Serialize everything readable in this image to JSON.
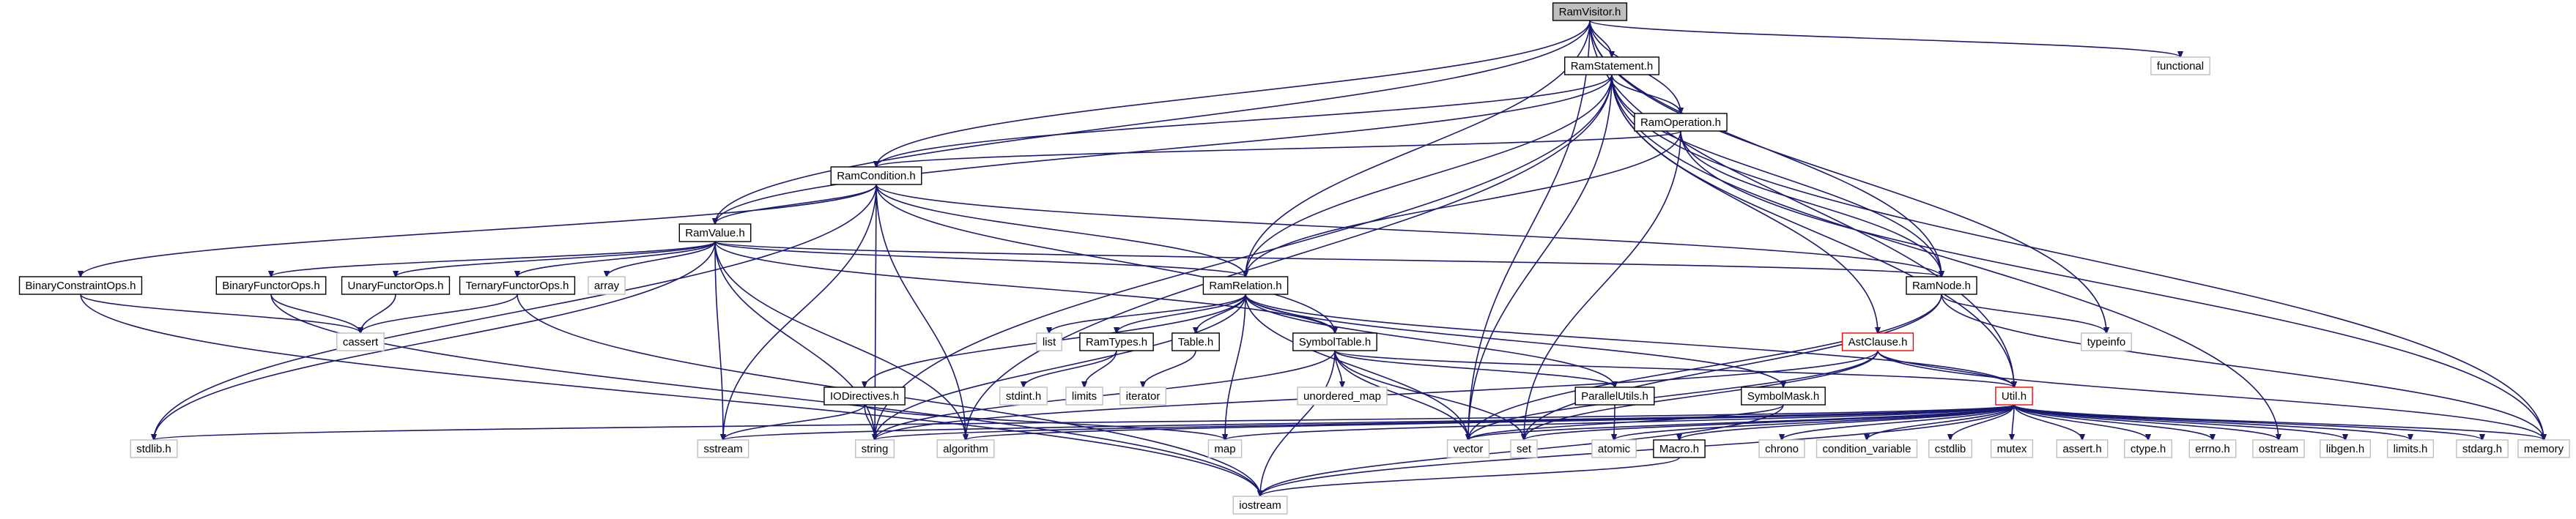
{
  "diagram": {
    "colors": {
      "edge": "#191970",
      "root_fill": "#bfbfbf",
      "node_fill": "#ffffff",
      "node_border": "#000000",
      "ext_border": "#bfbfbf",
      "partial_border": "#ff0000"
    },
    "nodes": [
      {
        "id": "RamVisitor.h",
        "label": "RamVisitor.h",
        "kind": "root"
      },
      {
        "id": "RamStatement.h",
        "label": "RamStatement.h",
        "kind": "local"
      },
      {
        "id": "RamOperation.h",
        "label": "RamOperation.h",
        "kind": "local"
      },
      {
        "id": "RamCondition.h",
        "label": "RamCondition.h",
        "kind": "local"
      },
      {
        "id": "RamValue.h",
        "label": "RamValue.h",
        "kind": "local"
      },
      {
        "id": "RamNode.h",
        "label": "RamNode.h",
        "kind": "local"
      },
      {
        "id": "RamRelation.h",
        "label": "RamRelation.h",
        "kind": "local"
      },
      {
        "id": "BinaryConstraintOps.h",
        "label": "BinaryConstraintOps.h",
        "kind": "local"
      },
      {
        "id": "BinaryFunctorOps.h",
        "label": "BinaryFunctorOps.h",
        "kind": "local"
      },
      {
        "id": "UnaryFunctorOps.h",
        "label": "UnaryFunctorOps.h",
        "kind": "local"
      },
      {
        "id": "TernaryFunctorOps.h",
        "label": "TernaryFunctorOps.h",
        "kind": "local"
      },
      {
        "id": "RamTypes.h",
        "label": "RamTypes.h",
        "kind": "local"
      },
      {
        "id": "Table.h",
        "label": "Table.h",
        "kind": "local"
      },
      {
        "id": "SymbolTable.h",
        "label": "SymbolTable.h",
        "kind": "local"
      },
      {
        "id": "IODirectives.h",
        "label": "IODirectives.h",
        "kind": "local"
      },
      {
        "id": "ParallelUtils.h",
        "label": "ParallelUtils.h",
        "kind": "local"
      },
      {
        "id": "SymbolMask.h",
        "label": "SymbolMask.h",
        "kind": "local"
      },
      {
        "id": "AstClause.h",
        "label": "AstClause.h",
        "kind": "partial"
      },
      {
        "id": "Util.h",
        "label": "Util.h",
        "kind": "partial"
      },
      {
        "id": "Macro.h",
        "label": "Macro.h",
        "kind": "local"
      },
      {
        "id": "functional",
        "label": "functional",
        "kind": "ext"
      },
      {
        "id": "typeinfo",
        "label": "typeinfo",
        "kind": "ext"
      },
      {
        "id": "array",
        "label": "array",
        "kind": "ext"
      },
      {
        "id": "list",
        "label": "list",
        "kind": "ext"
      },
      {
        "id": "cassert",
        "label": "cassert",
        "kind": "ext"
      },
      {
        "id": "stdint.h",
        "label": "stdint.h",
        "kind": "ext"
      },
      {
        "id": "limits",
        "label": "limits",
        "kind": "ext"
      },
      {
        "id": "iterator",
        "label": "iterator",
        "kind": "ext"
      },
      {
        "id": "unordered_map",
        "label": "unordered_map",
        "kind": "ext"
      },
      {
        "id": "stdlib.h",
        "label": "stdlib.h",
        "kind": "ext"
      },
      {
        "id": "sstream",
        "label": "sstream",
        "kind": "ext"
      },
      {
        "id": "string",
        "label": "string",
        "kind": "ext"
      },
      {
        "id": "algorithm",
        "label": "algorithm",
        "kind": "ext"
      },
      {
        "id": "map",
        "label": "map",
        "kind": "ext"
      },
      {
        "id": "vector",
        "label": "vector",
        "kind": "ext"
      },
      {
        "id": "set",
        "label": "set",
        "kind": "ext"
      },
      {
        "id": "atomic",
        "label": "atomic",
        "kind": "ext"
      },
      {
        "id": "chrono",
        "label": "chrono",
        "kind": "ext"
      },
      {
        "id": "condition_variable",
        "label": "condition_variable",
        "kind": "ext"
      },
      {
        "id": "cstdlib",
        "label": "cstdlib",
        "kind": "ext"
      },
      {
        "id": "mutex",
        "label": "mutex",
        "kind": "ext"
      },
      {
        "id": "assert.h",
        "label": "assert.h",
        "kind": "ext"
      },
      {
        "id": "ctype.h",
        "label": "ctype.h",
        "kind": "ext"
      },
      {
        "id": "errno.h",
        "label": "errno.h",
        "kind": "ext"
      },
      {
        "id": "ostream",
        "label": "ostream",
        "kind": "ext"
      },
      {
        "id": "libgen.h",
        "label": "libgen.h",
        "kind": "ext"
      },
      {
        "id": "limits.h",
        "label": "limits.h",
        "kind": "ext"
      },
      {
        "id": "stdarg.h",
        "label": "stdarg.h",
        "kind": "ext"
      },
      {
        "id": "memory",
        "label": "memory",
        "kind": "ext"
      },
      {
        "id": "iostream",
        "label": "iostream",
        "kind": "ext"
      }
    ],
    "edges": [
      [
        "RamVisitor.h",
        "RamStatement.h"
      ],
      [
        "RamVisitor.h",
        "RamOperation.h"
      ],
      [
        "RamVisitor.h",
        "RamCondition.h"
      ],
      [
        "RamVisitor.h",
        "RamValue.h"
      ],
      [
        "RamVisitor.h",
        "RamNode.h"
      ],
      [
        "RamVisitor.h",
        "RamRelation.h"
      ],
      [
        "RamVisitor.h",
        "Util.h"
      ],
      [
        "RamVisitor.h",
        "functional"
      ],
      [
        "RamVisitor.h",
        "typeinfo"
      ],
      [
        "RamVisitor.h",
        "vector"
      ],
      [
        "RamStatement.h",
        "RamOperation.h"
      ],
      [
        "RamStatement.h",
        "RamCondition.h"
      ],
      [
        "RamStatement.h",
        "RamValue.h"
      ],
      [
        "RamStatement.h",
        "RamNode.h"
      ],
      [
        "RamStatement.h",
        "RamRelation.h"
      ],
      [
        "RamStatement.h",
        "AstClause.h"
      ],
      [
        "RamStatement.h",
        "Util.h"
      ],
      [
        "RamStatement.h",
        "string"
      ],
      [
        "RamStatement.h",
        "algorithm"
      ],
      [
        "RamStatement.h",
        "vector"
      ],
      [
        "RamStatement.h",
        "memory"
      ],
      [
        "RamStatement.h",
        "ostream"
      ],
      [
        "RamOperation.h",
        "RamCondition.h"
      ],
      [
        "RamOperation.h",
        "RamNode.h"
      ],
      [
        "RamOperation.h",
        "RamRelation.h"
      ],
      [
        "RamOperation.h",
        "set"
      ],
      [
        "RamOperation.h",
        "memory"
      ],
      [
        "RamCondition.h",
        "RamValue.h"
      ],
      [
        "RamCondition.h",
        "RamNode.h"
      ],
      [
        "RamCondition.h",
        "RamRelation.h"
      ],
      [
        "RamCondition.h",
        "SymbolTable.h"
      ],
      [
        "RamCondition.h",
        "BinaryConstraintOps.h"
      ],
      [
        "RamCondition.h",
        "string"
      ],
      [
        "RamCondition.h",
        "algorithm"
      ],
      [
        "RamCondition.h",
        "sstream"
      ],
      [
        "RamCondition.h",
        "stdlib.h"
      ],
      [
        "RamValue.h",
        "RamNode.h"
      ],
      [
        "RamValue.h",
        "RamRelation.h"
      ],
      [
        "RamValue.h",
        "SymbolTable.h"
      ],
      [
        "RamValue.h",
        "BinaryFunctorOps.h"
      ],
      [
        "RamValue.h",
        "UnaryFunctorOps.h"
      ],
      [
        "RamValue.h",
        "TernaryFunctorOps.h"
      ],
      [
        "RamValue.h",
        "array"
      ],
      [
        "RamValue.h",
        "string"
      ],
      [
        "RamValue.h",
        "sstream"
      ],
      [
        "RamValue.h",
        "algorithm"
      ],
      [
        "RamValue.h",
        "stdlib.h"
      ],
      [
        "RamNode.h",
        "typeinfo"
      ],
      [
        "RamNode.h",
        "vector"
      ],
      [
        "RamNode.h",
        "set"
      ],
      [
        "RamNode.h",
        "memory"
      ],
      [
        "RamRelation.h",
        "list"
      ],
      [
        "RamRelation.h",
        "RamTypes.h"
      ],
      [
        "RamRelation.h",
        "Table.h"
      ],
      [
        "RamRelation.h",
        "SymbolTable.h"
      ],
      [
        "RamRelation.h",
        "SymbolMask.h"
      ],
      [
        "RamRelation.h",
        "ParallelUtils.h"
      ],
      [
        "RamRelation.h",
        "IODirectives.h"
      ],
      [
        "RamRelation.h",
        "Util.h"
      ],
      [
        "RamRelation.h",
        "string"
      ],
      [
        "RamRelation.h",
        "map"
      ],
      [
        "RamRelation.h",
        "vector"
      ],
      [
        "BinaryConstraintOps.h",
        "cassert"
      ],
      [
        "BinaryConstraintOps.h",
        "iostream"
      ],
      [
        "BinaryFunctorOps.h",
        "cassert"
      ],
      [
        "BinaryFunctorOps.h",
        "iostream"
      ],
      [
        "UnaryFunctorOps.h",
        "cassert"
      ],
      [
        "TernaryFunctorOps.h",
        "cassert"
      ],
      [
        "TernaryFunctorOps.h",
        "iostream"
      ],
      [
        "RamTypes.h",
        "stdint.h"
      ],
      [
        "RamTypes.h",
        "limits"
      ],
      [
        "Table.h",
        "iterator"
      ],
      [
        "SymbolTable.h",
        "ParallelUtils.h"
      ],
      [
        "SymbolTable.h",
        "Util.h"
      ],
      [
        "SymbolTable.h",
        "unordered_map"
      ],
      [
        "SymbolTable.h",
        "iostream"
      ],
      [
        "SymbolTable.h",
        "string"
      ],
      [
        "SymbolTable.h",
        "vector"
      ],
      [
        "SymbolTable.h",
        "set"
      ],
      [
        "IODirectives.h",
        "map"
      ],
      [
        "IODirectives.h",
        "sstream"
      ],
      [
        "IODirectives.h",
        "string"
      ],
      [
        "ParallelUtils.h",
        "atomic"
      ],
      [
        "SymbolMask.h",
        "vector"
      ],
      [
        "SymbolMask.h",
        "iostream"
      ],
      [
        "AstClause.h",
        "Util.h"
      ],
      [
        "AstClause.h",
        "string"
      ],
      [
        "AstClause.h",
        "vector"
      ],
      [
        "AstClause.h",
        "set"
      ],
      [
        "AstClause.h",
        "memory"
      ],
      [
        "Util.h",
        "Macro.h"
      ],
      [
        "Util.h",
        "stdlib.h"
      ],
      [
        "Util.h",
        "sstream"
      ],
      [
        "Util.h",
        "string"
      ],
      [
        "Util.h",
        "algorithm"
      ],
      [
        "Util.h",
        "map"
      ],
      [
        "Util.h",
        "vector"
      ],
      [
        "Util.h",
        "set"
      ],
      [
        "Util.h",
        "atomic"
      ],
      [
        "Util.h",
        "chrono"
      ],
      [
        "Util.h",
        "condition_variable"
      ],
      [
        "Util.h",
        "cstdlib"
      ],
      [
        "Util.h",
        "mutex"
      ],
      [
        "Util.h",
        "assert.h"
      ],
      [
        "Util.h",
        "ctype.h"
      ],
      [
        "Util.h",
        "errno.h"
      ],
      [
        "Util.h",
        "ostream"
      ],
      [
        "Util.h",
        "libgen.h"
      ],
      [
        "Util.h",
        "limits.h"
      ],
      [
        "Util.h",
        "stdarg.h"
      ],
      [
        "Util.h",
        "memory"
      ],
      [
        "Util.h",
        "iostream"
      ],
      [
        "Macro.h",
        "iostream"
      ]
    ]
  }
}
